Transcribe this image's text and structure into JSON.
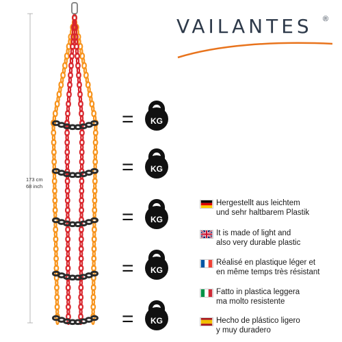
{
  "brand": {
    "name": "VAILANTES",
    "registered": "®",
    "swoosh_color": "#e8731c",
    "text_color": "#2e3a4a"
  },
  "dimensions": {
    "height_cm": "173 cm",
    "height_inch": "68 inch"
  },
  "chain_colors": {
    "orange": "#f7941d",
    "red": "#d8262d",
    "black": "#2b2b2b"
  },
  "rungs": [
    {
      "equals": "=",
      "weight_label": "KG",
      "icon": "kettlebell-icon"
    },
    {
      "equals": "=",
      "weight_label": "KG",
      "icon": "kettlebell-icon"
    },
    {
      "equals": "=",
      "weight_label": "KG",
      "icon": "kettlebell-icon"
    },
    {
      "equals": "=",
      "weight_label": "KG",
      "icon": "kettlebell-icon"
    },
    {
      "equals": "=",
      "weight_label": "KG",
      "icon": "kettlebell-icon"
    }
  ],
  "features": [
    {
      "flag": "germany-flag-icon",
      "lines": [
        "Hergestellt aus leichtem",
        "und sehr haltbarem Plastik"
      ]
    },
    {
      "flag": "uk-flag-icon",
      "lines": [
        "It is made of light and",
        "also very durable plastic"
      ]
    },
    {
      "flag": "france-flag-icon",
      "lines": [
        "Réalisé en plastique léger et",
        "en même temps très résistant"
      ]
    },
    {
      "flag": "italy-flag-icon",
      "lines": [
        "Fatto in plastica leggera",
        "ma molto resistente"
      ]
    },
    {
      "flag": "spain-flag-icon",
      "lines": [
        "Hecho de plástico ligero",
        "y muy duradero"
      ]
    }
  ]
}
